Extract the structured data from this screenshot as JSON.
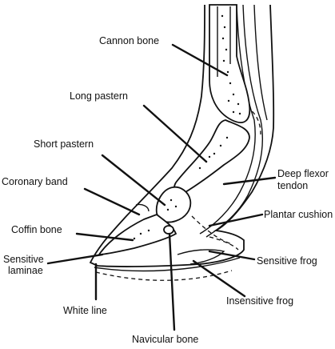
{
  "labels": {
    "cannon_bone": "Cannon bone",
    "long_pastern": "Long pastern",
    "short_pastern": "Short pastern",
    "coronary_band": "Coronary band",
    "coffin_bone": "Coffin bone",
    "sensitive_laminae_line1": "Sensitive",
    "sensitive_laminae_line2": "laminae",
    "white_line": "White line",
    "navicular_bone": "Navicular bone",
    "deep_flexor_tendon_line1": "Deep flexor",
    "deep_flexor_tendon_line2": "tendon",
    "plantar_cushion": "Plantar cushion",
    "sensitive_frog": "Sensitive frog",
    "insensitive_frog": "Insensitive frog"
  },
  "colors": {
    "ink": "#111111",
    "background": "#ffffff"
  }
}
